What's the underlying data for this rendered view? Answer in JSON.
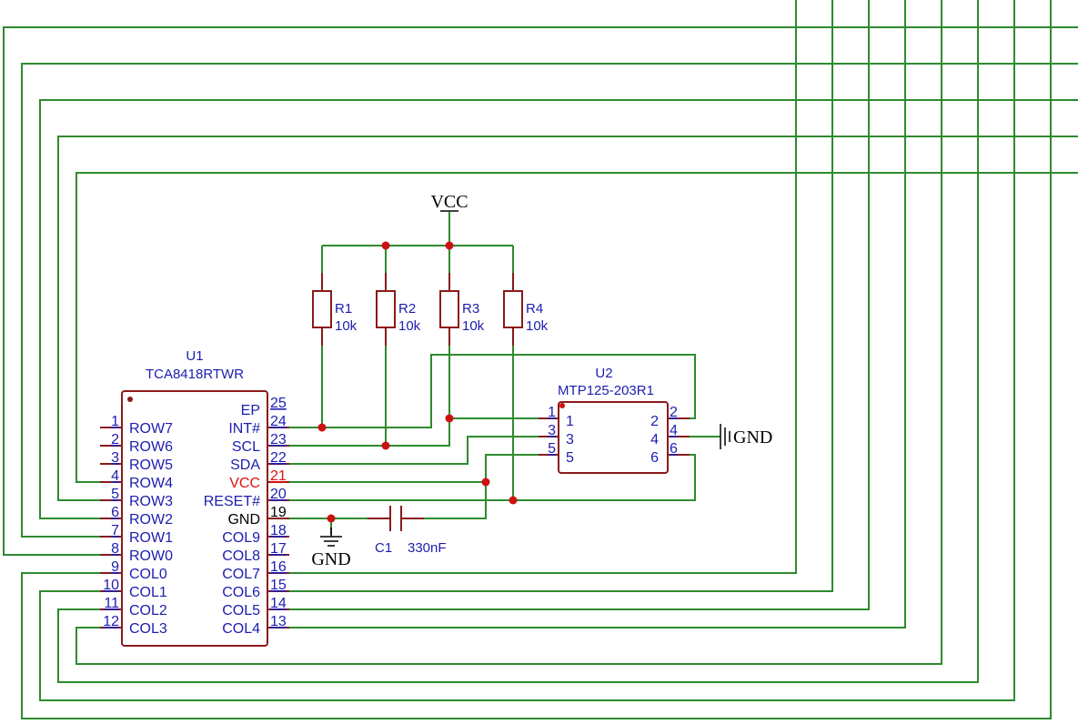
{
  "u1": {
    "ref": "U1",
    "part": "TCA8418RTWR",
    "left_pins": [
      {
        "num": "1",
        "name": "ROW7"
      },
      {
        "num": "2",
        "name": "ROW6"
      },
      {
        "num": "3",
        "name": "ROW5"
      },
      {
        "num": "4",
        "name": "ROW4"
      },
      {
        "num": "5",
        "name": "ROW3"
      },
      {
        "num": "6",
        "name": "ROW2"
      },
      {
        "num": "7",
        "name": "ROW1"
      },
      {
        "num": "8",
        "name": "ROW0"
      },
      {
        "num": "9",
        "name": "COL0"
      },
      {
        "num": "10",
        "name": "COL1"
      },
      {
        "num": "11",
        "name": "COL2"
      },
      {
        "num": "12",
        "name": "COL3"
      }
    ],
    "right_pins": [
      {
        "num": "25",
        "name": "EP"
      },
      {
        "num": "24",
        "name": "INT#"
      },
      {
        "num": "23",
        "name": "SCL"
      },
      {
        "num": "22",
        "name": "SDA"
      },
      {
        "num": "21",
        "name": "VCC"
      },
      {
        "num": "20",
        "name": "RESET#"
      },
      {
        "num": "19",
        "name": "GND"
      },
      {
        "num": "18",
        "name": "COL9"
      },
      {
        "num": "17",
        "name": "COL8"
      },
      {
        "num": "16",
        "name": "COL7"
      },
      {
        "num": "15",
        "name": "COL6"
      },
      {
        "num": "14",
        "name": "COL5"
      },
      {
        "num": "13",
        "name": "COL4"
      }
    ]
  },
  "u2": {
    "ref": "U2",
    "part": "MTP125-203R1",
    "outer_left": [
      "1",
      "3",
      "5"
    ],
    "inner_left": [
      "1",
      "3",
      "5"
    ],
    "outer_right": [
      "2",
      "4",
      "6"
    ],
    "inner_right": [
      "2",
      "4",
      "6"
    ]
  },
  "resistors": [
    {
      "ref": "R1",
      "value": "10k"
    },
    {
      "ref": "R2",
      "value": "10k"
    },
    {
      "ref": "R3",
      "value": "10k"
    },
    {
      "ref": "R4",
      "value": "10k"
    }
  ],
  "capacitor": {
    "ref": "C1",
    "value": "330nF"
  },
  "power": {
    "vcc_label": "VCC",
    "gnd_label_bottom": "GND",
    "gnd_label_right": "GND"
  },
  "colors": {
    "wire": "#2e8b2e",
    "component": "#8b1a1a",
    "pin_text": "#1d1db0",
    "vcc_pin": "#e01010",
    "junction": "#cc1111"
  }
}
